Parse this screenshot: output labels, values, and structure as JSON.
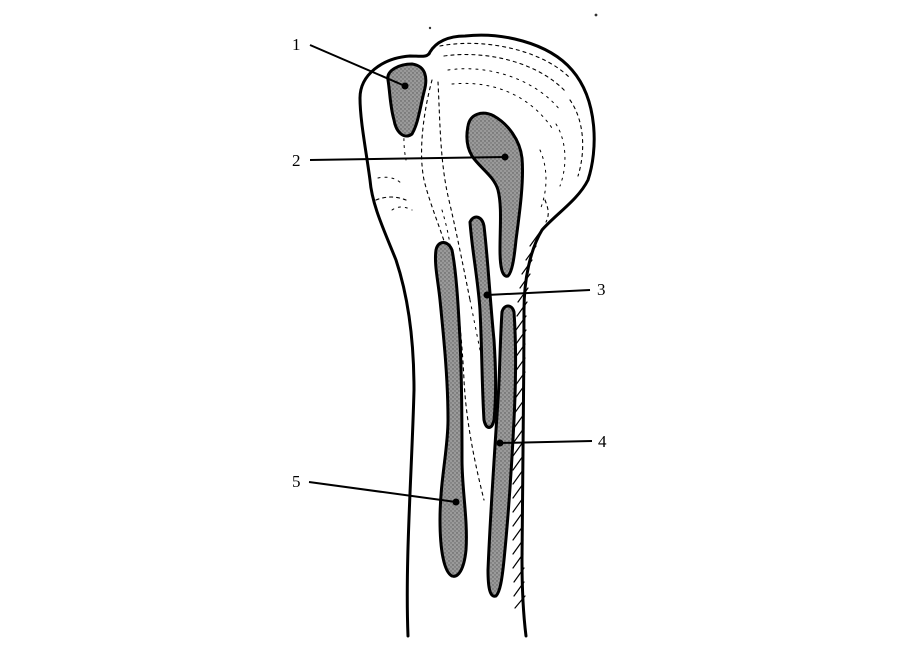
{
  "figure": {
    "colors": {
      "line": "#000000",
      "region_fill": "#8a8a8a",
      "background": "#ffffff"
    }
  },
  "labels": [
    {
      "id": "1",
      "text": "1"
    },
    {
      "id": "2",
      "text": "2"
    },
    {
      "id": "3",
      "text": "3"
    },
    {
      "id": "4",
      "text": "4"
    },
    {
      "id": "5",
      "text": "5"
    }
  ]
}
